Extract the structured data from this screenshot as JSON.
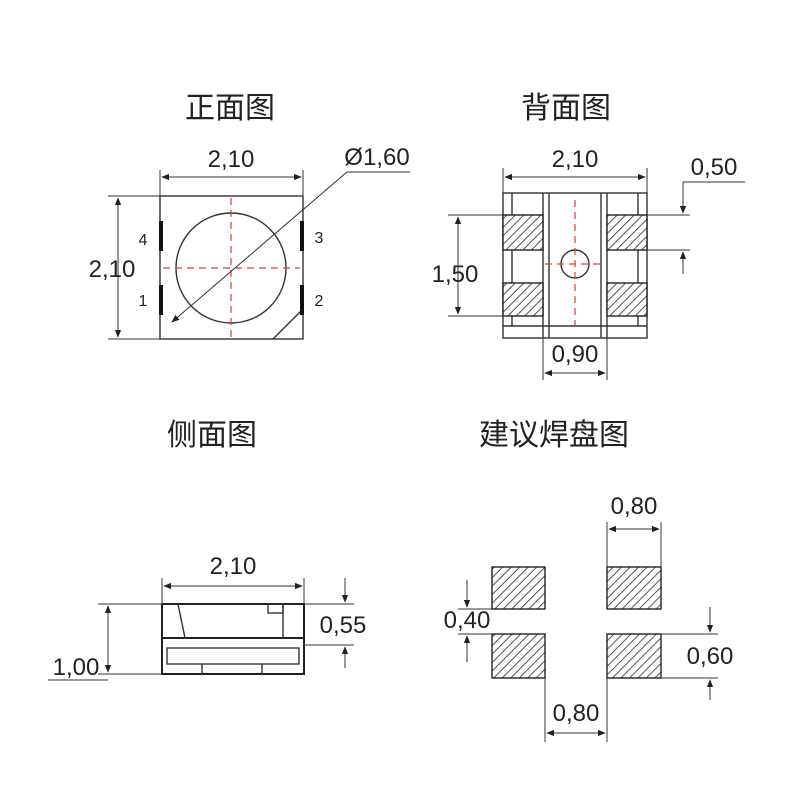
{
  "views": {
    "front": {
      "title": "正面图",
      "width": "2,10",
      "height": "2,10",
      "diameter": "Ø1,60",
      "pins": [
        "1",
        "2",
        "3",
        "4"
      ]
    },
    "back": {
      "title": "背面图",
      "width": "2,10",
      "pad_height": "0,50",
      "pad_span": "1,50",
      "center_width": "0,90"
    },
    "side": {
      "title": "侧面图",
      "width": "2,10",
      "top_height": "0,55",
      "total_height": "1,00"
    },
    "pad": {
      "title": "建议焊盘图",
      "pad_width": "0,80",
      "gap": "0,40",
      "pad_height": "0,60",
      "spacing": "0,80"
    }
  }
}
